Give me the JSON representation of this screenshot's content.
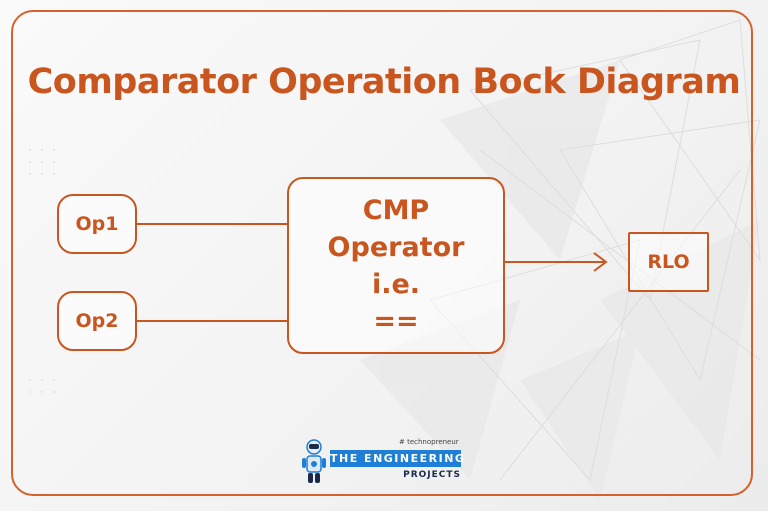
{
  "title": "Comparator Operation Bock Diagram",
  "inputs": [
    {
      "label": "Op1"
    },
    {
      "label": "Op2"
    }
  ],
  "comparator": {
    "lines": [
      "CMP",
      "Operator",
      "i.e.",
      "=="
    ]
  },
  "output": {
    "label": "RLO"
  },
  "logo": {
    "tagline": "# technopreneur",
    "name": "THE ENGINEERING",
    "sub": "PROJECTS"
  },
  "colors": {
    "accent": "#c9561e",
    "frame": "#d4622a",
    "logo_blue": "#1f7fd6"
  }
}
